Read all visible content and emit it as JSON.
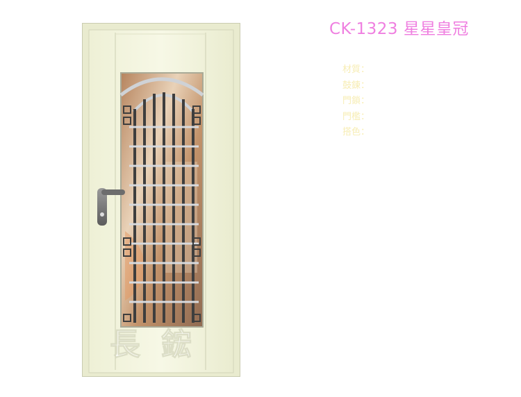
{
  "product": {
    "title": "CK-1323 星星皇冠"
  },
  "specs": [
    {
      "label": "材質："
    },
    {
      "label": "鼓鍊："
    },
    {
      "label": "門鎖："
    },
    {
      "label": "門檻："
    },
    {
      "label": "搭色："
    }
  ],
  "image": {
    "watermark": "長鋐"
  },
  "colors": {
    "title": "#ef7fe0",
    "spec_text": "#f7edb4",
    "door_body": "#f4f5e1",
    "door_frame": "#e9ebcf",
    "glass_tint": "#c79a72"
  }
}
